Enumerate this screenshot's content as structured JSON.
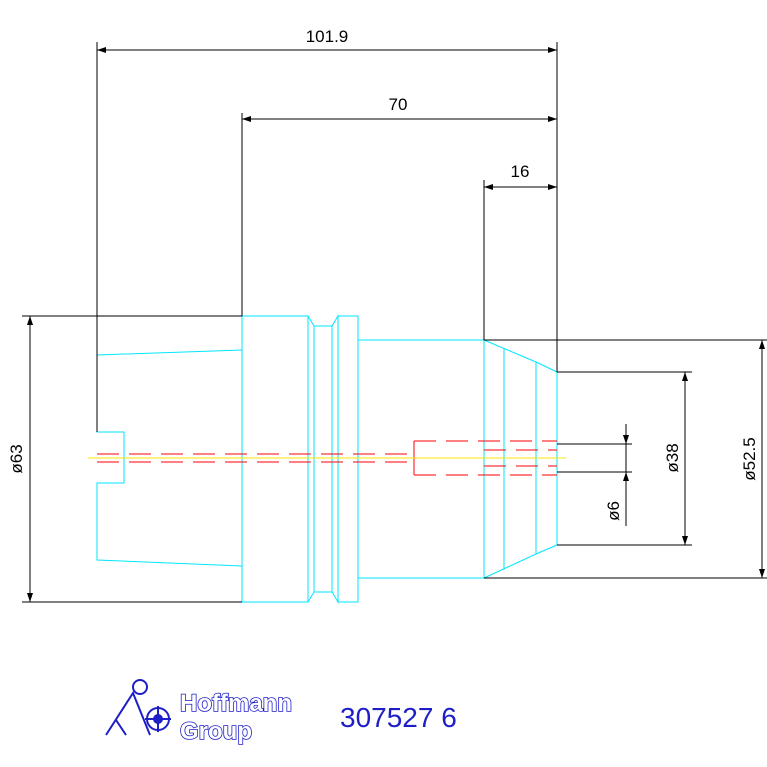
{
  "dimensions": {
    "overall_length": "101.9",
    "length_70": "70",
    "length_16": "16",
    "dia_63": "ø63",
    "dia_52_5": "ø52.5",
    "dia_38": "ø38",
    "dia_6": "ø6"
  },
  "logo": {
    "line1": "Hoffmann",
    "line2": "Group"
  },
  "part_number": "307527 6",
  "colors": {
    "outline": "#00e6ff",
    "dimension": "#000000",
    "centerline": "#ffe600",
    "hidden": "#ff0000",
    "brand": "#1e1ec8"
  }
}
